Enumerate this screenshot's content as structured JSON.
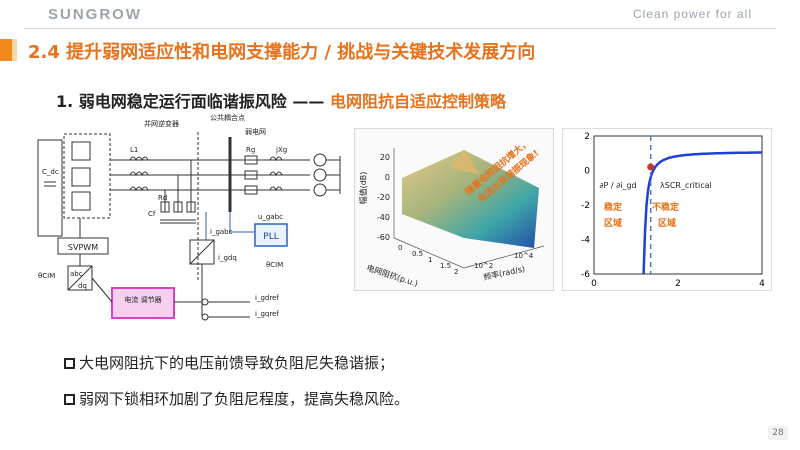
{
  "header": {
    "brand": "SUNGROW",
    "tagline": "Clean power for all"
  },
  "slide": {
    "title": "2.4 提升弱网适应性和电网支撑能力 / 挑战与关键技术发展方向",
    "subtitle_main": "1. 弱电网稳定运行面临谐振风险 —— ",
    "subtitle_accent": "电网阻抗自适应控制策略",
    "bullets": [
      "大电网阻抗下的电压前馈导致负阻尼失稳谐振；",
      "弱网下锁相环加剧了负阻尼程度，提高失稳风险。"
    ],
    "page_number": "28"
  },
  "circuit": {
    "pcc_label": "公共耦合点",
    "inverter_label": "并网逆变器",
    "weak_grid_label": "弱电网",
    "cdc": "C_dc",
    "L1": "L1",
    "Rd": "Rd",
    "Cf": "Cf",
    "Rg": "Rg",
    "jXg": "jXg",
    "svpwm": "SVPWM",
    "pll": "PLL",
    "abc_dq": [
      "abc",
      "dq"
    ],
    "theta_cim": "θCIM",
    "controller": "电流\n调节器",
    "i_gabc": "i_gabc",
    "u_gabc": "u_gabc",
    "i_gdref": "i_gdref",
    "i_gqref": "i_gqref",
    "i_gdq": "i_gdq"
  },
  "surface_plot": {
    "z_label": "幅值(dB)",
    "z_ticks": [
      "20",
      "0",
      "-20",
      "-40",
      "-60"
    ],
    "x_label": "电网阻抗(p.u.)",
    "x_ticks": [
      "0",
      "0.5",
      "1",
      "1.5",
      "2"
    ],
    "y_label": "频率(rad/s)",
    "y_ticks": [
      "10^2",
      "10^4"
    ],
    "annotation": [
      "随着电网阻抗增大，",
      "电流出现谐振现象!"
    ]
  },
  "stability_plot": {
    "type": "line",
    "ylabel": "∂P / ∂i_gd",
    "xlim": [
      0,
      4
    ],
    "ylim": [
      -6,
      2
    ],
    "x_ticks": [
      "0",
      "2",
      "4"
    ],
    "y_ticks": [
      "2",
      "0",
      "-2",
      "-4",
      "-6"
    ],
    "stable_label": [
      "稳定",
      "区域"
    ],
    "unstable_label": [
      "不稳定",
      "区域"
    ],
    "critical_label": "λSCR_critical",
    "critical_x": 1.35
  },
  "colors": {
    "accent": "#e8711a",
    "curve": "#1f3fd6",
    "dashed": "#4f7cc0",
    "marker": "#c0392b"
  }
}
